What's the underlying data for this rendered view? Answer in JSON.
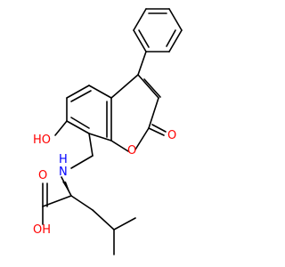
{
  "molecule": {
    "atoms": {
      "hydroxyl_phenol": "HO",
      "ring_oxygen": "O",
      "carbonyl_oxygen": "O",
      "amine": "N",
      "amine_hydrogen": "H",
      "acid_carbonyl_oxygen": "O",
      "acid_hydroxyl": "OH"
    },
    "colors": {
      "bond": "#000000",
      "oxygen": "#ff0000",
      "nitrogen": "#0000ff"
    }
  }
}
